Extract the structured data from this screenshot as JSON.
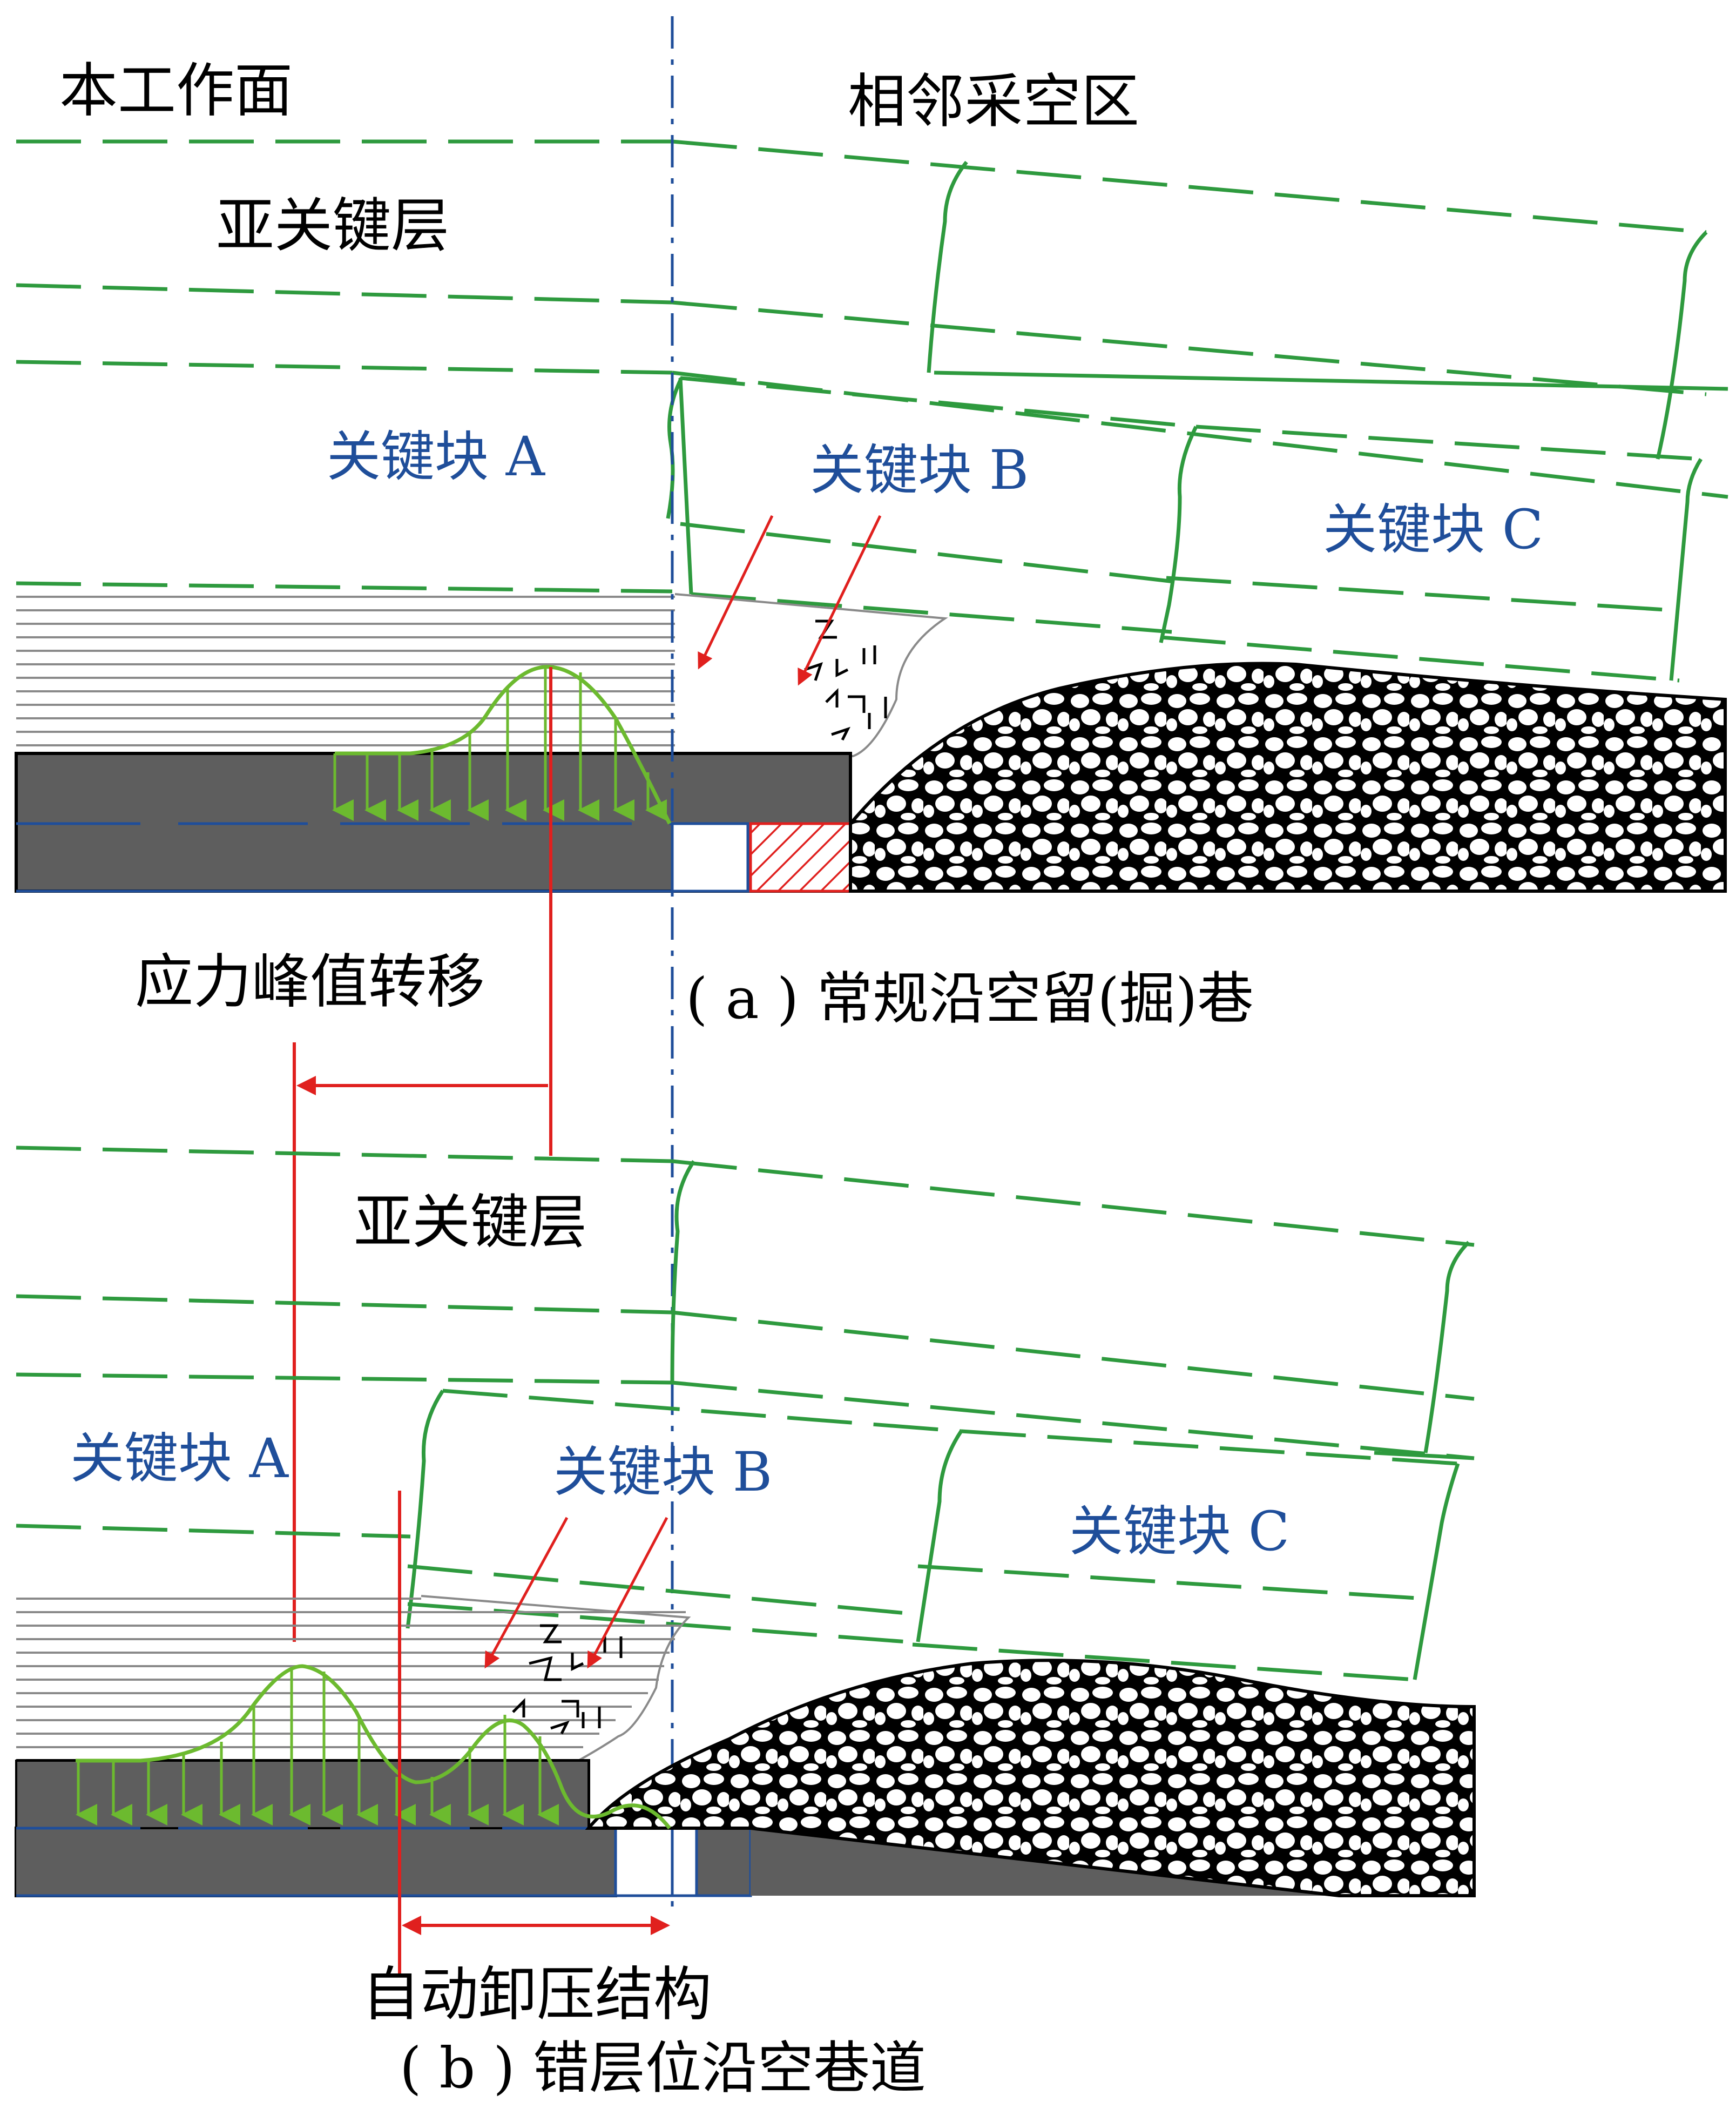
{
  "colors": {
    "green_line": "#2e9a3e",
    "blue_text": "#1f4e9a",
    "red": "#e0201e",
    "coal": "#5e5e5e",
    "stress_curve": "#6cba2f",
    "gray_strata": "#8a8a8a"
  },
  "panel_a": {
    "label_working_face": "本工作面",
    "label_goaf": "相邻采空区",
    "label_sub_key_layer": "亚关键层",
    "label_block_a": "关键块 A",
    "label_block_b": "关键块 B",
    "label_block_c": "关键块 C",
    "caption": "( a ) 常规沿空留(掘)巷"
  },
  "middle": {
    "label_stress_transfer": "应力峰值转移"
  },
  "panel_b": {
    "label_sub_key_layer": "亚关键层",
    "label_block_a": "关键块 A",
    "label_block_b": "关键块 B",
    "label_block_c": "关键块 C",
    "label_relief_structure": "自动卸压结构",
    "caption": "( b ) 错层位沿空巷道"
  }
}
